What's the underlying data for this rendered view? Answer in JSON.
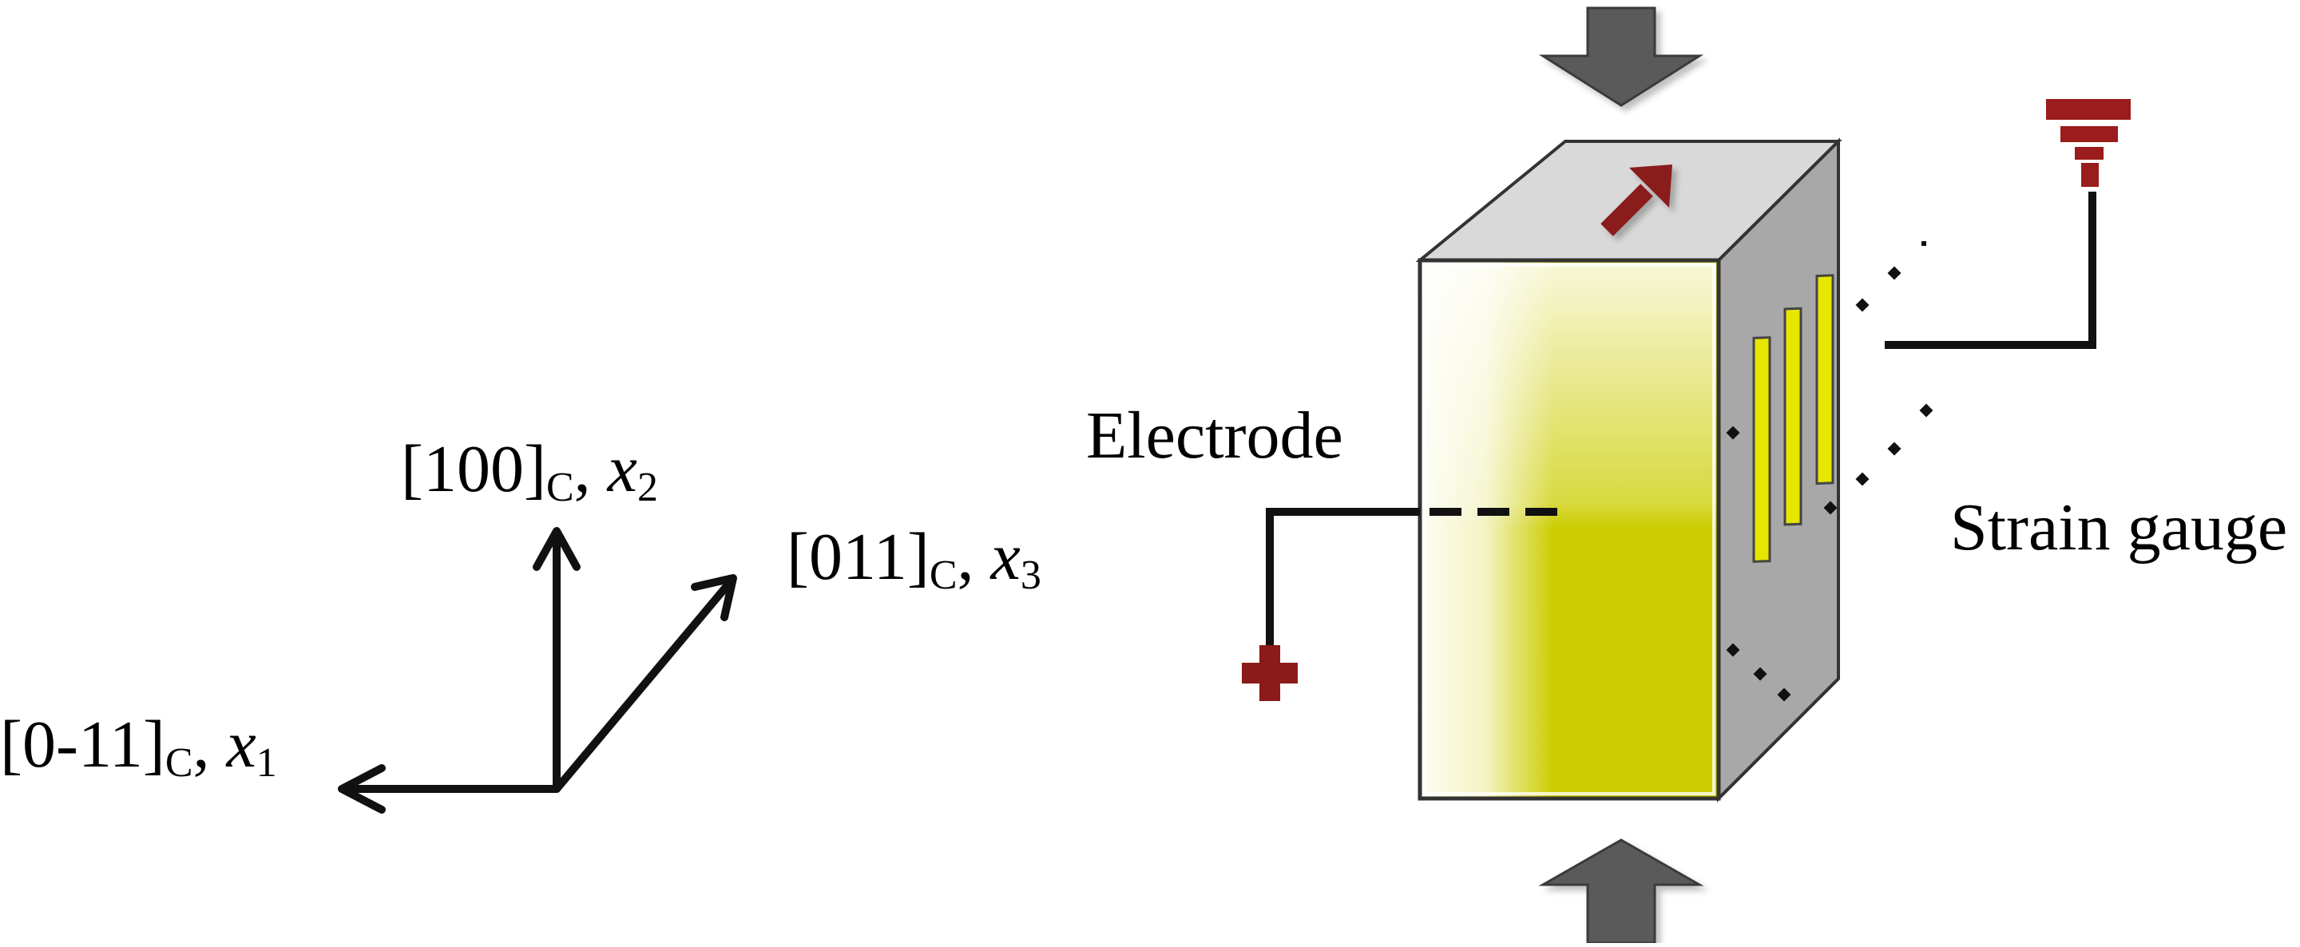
{
  "axes": {
    "x2": {
      "label": "[100]",
      "subscript": "C",
      "separator": ", ",
      "var": "x",
      "var_index": "2"
    },
    "x3": {
      "label": "[011]",
      "subscript": "C",
      "separator": ", ",
      "var": "x",
      "var_index": "3"
    },
    "x1": {
      "label": "[0-11]",
      "subscript": "C",
      "separator": ", ",
      "var": "x",
      "var_index": "1"
    }
  },
  "labels": {
    "electrode": "Electrode",
    "strain_gauge": "Strain gauge"
  },
  "colors": {
    "arrow_black": "#111111",
    "load_arrow": "#5a5a5a",
    "polarization_arrow": "#8b1a1a",
    "electrode_terminal": "#8b1a1a",
    "ground_symbol": "#9a1c1c",
    "crystal_front_light": "#fbfbe8",
    "crystal_front_yellow": "#cccc00",
    "crystal_top": "#d9d9d9",
    "crystal_side": "#a8a8a8",
    "gauge_yellow": "#e6e600"
  }
}
